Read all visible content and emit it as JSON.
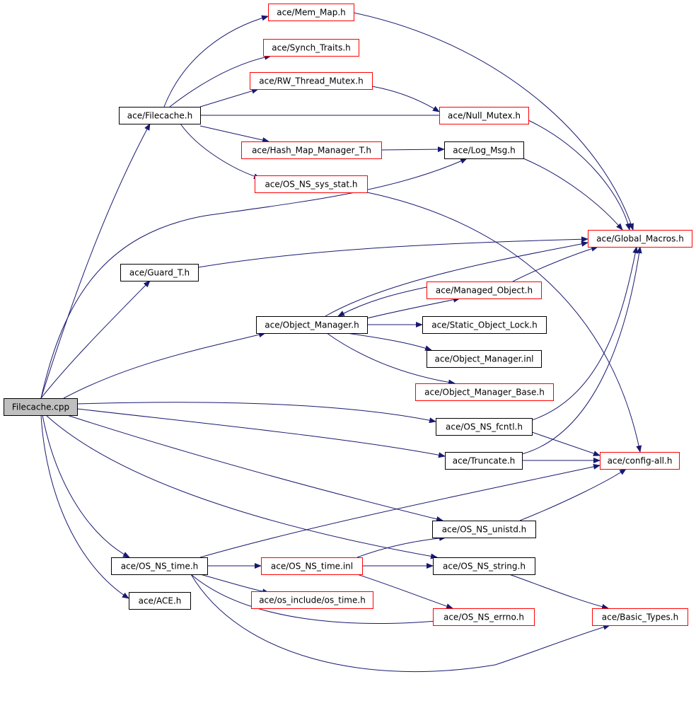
{
  "colors": {
    "edge": "#191970",
    "root_fill": "#bfbfbf",
    "normal_border": "#000000",
    "external_border": "#ff0000",
    "text": "#000000"
  },
  "nodes": [
    {
      "id": "filecache_cpp",
      "label": "Filecache.cpp",
      "style": "root"
    },
    {
      "id": "filecache_h",
      "label": "ace/Filecache.h",
      "style": "normal"
    },
    {
      "id": "mem_map_h",
      "label": "ace/Mem_Map.h",
      "style": "external"
    },
    {
      "id": "synch_traits_h",
      "label": "ace/Synch_Traits.h",
      "style": "external"
    },
    {
      "id": "rw_thread_mutex_h",
      "label": "ace/RW_Thread_Mutex.h",
      "style": "external"
    },
    {
      "id": "null_mutex_h",
      "label": "ace/Null_Mutex.h",
      "style": "external"
    },
    {
      "id": "hash_map_manager_t_h",
      "label": "ace/Hash_Map_Manager_T.h",
      "style": "external"
    },
    {
      "id": "log_msg_h",
      "label": "ace/Log_Msg.h",
      "style": "normal"
    },
    {
      "id": "os_ns_sys_stat_h",
      "label": "ace/OS_NS_sys_stat.h",
      "style": "external"
    },
    {
      "id": "global_macros_h",
      "label": "ace/Global_Macros.h",
      "style": "external"
    },
    {
      "id": "guard_t_h",
      "label": "ace/Guard_T.h",
      "style": "normal"
    },
    {
      "id": "managed_object_h",
      "label": "ace/Managed_Object.h",
      "style": "external"
    },
    {
      "id": "object_manager_h",
      "label": "ace/Object_Manager.h",
      "style": "normal"
    },
    {
      "id": "static_object_lock_h",
      "label": "ace/Static_Object_Lock.h",
      "style": "normal"
    },
    {
      "id": "object_manager_inl",
      "label": "ace/Object_Manager.inl",
      "style": "normal"
    },
    {
      "id": "object_manager_base_h",
      "label": "ace/Object_Manager_Base.h",
      "style": "external"
    },
    {
      "id": "os_ns_fcntl_h",
      "label": "ace/OS_NS_fcntl.h",
      "style": "normal"
    },
    {
      "id": "truncate_h",
      "label": "ace/Truncate.h",
      "style": "normal"
    },
    {
      "id": "config_all_h",
      "label": "ace/config-all.h",
      "style": "external"
    },
    {
      "id": "os_ns_unistd_h",
      "label": "ace/OS_NS_unistd.h",
      "style": "normal"
    },
    {
      "id": "os_ns_time_h",
      "label": "ace/OS_NS_time.h",
      "style": "normal"
    },
    {
      "id": "os_ns_time_inl",
      "label": "ace/OS_NS_time.inl",
      "style": "external"
    },
    {
      "id": "os_ns_string_h",
      "label": "ace/OS_NS_string.h",
      "style": "normal"
    },
    {
      "id": "ace_h",
      "label": "ace/ACE.h",
      "style": "normal"
    },
    {
      "id": "os_include_os_time_h",
      "label": "ace/os_include/os_time.h",
      "style": "external"
    },
    {
      "id": "os_ns_errno_h",
      "label": "ace/OS_NS_errno.h",
      "style": "external"
    },
    {
      "id": "basic_types_h",
      "label": "ace/Basic_Types.h",
      "style": "external"
    }
  ],
  "edges": [
    {
      "from": "filecache_cpp",
      "to": "filecache_h"
    },
    {
      "from": "filecache_cpp",
      "to": "log_msg_h"
    },
    {
      "from": "filecache_cpp",
      "to": "guard_t_h"
    },
    {
      "from": "filecache_cpp",
      "to": "object_manager_h"
    },
    {
      "from": "filecache_cpp",
      "to": "os_ns_fcntl_h"
    },
    {
      "from": "filecache_cpp",
      "to": "truncate_h"
    },
    {
      "from": "filecache_cpp",
      "to": "os_ns_unistd_h"
    },
    {
      "from": "filecache_cpp",
      "to": "os_ns_string_h"
    },
    {
      "from": "filecache_cpp",
      "to": "os_ns_time_h"
    },
    {
      "from": "filecache_cpp",
      "to": "ace_h"
    },
    {
      "from": "filecache_h",
      "to": "mem_map_h"
    },
    {
      "from": "filecache_h",
      "to": "synch_traits_h"
    },
    {
      "from": "filecache_h",
      "to": "rw_thread_mutex_h"
    },
    {
      "from": "filecache_h",
      "to": "null_mutex_h"
    },
    {
      "from": "filecache_h",
      "to": "hash_map_manager_t_h"
    },
    {
      "from": "filecache_h",
      "to": "os_ns_sys_stat_h"
    },
    {
      "from": "mem_map_h",
      "to": "global_macros_h"
    },
    {
      "from": "rw_thread_mutex_h",
      "to": "null_mutex_h"
    },
    {
      "from": "null_mutex_h",
      "to": "global_macros_h"
    },
    {
      "from": "hash_map_manager_t_h",
      "to": "log_msg_h"
    },
    {
      "from": "log_msg_h",
      "to": "global_macros_h"
    },
    {
      "from": "os_ns_sys_stat_h",
      "to": "config_all_h"
    },
    {
      "from": "guard_t_h",
      "to": "global_macros_h"
    },
    {
      "from": "object_manager_h",
      "to": "global_macros_h"
    },
    {
      "from": "object_manager_h",
      "to": "managed_object_h"
    },
    {
      "from": "object_manager_h",
      "to": "static_object_lock_h"
    },
    {
      "from": "object_manager_h",
      "to": "object_manager_inl"
    },
    {
      "from": "object_manager_h",
      "to": "object_manager_base_h"
    },
    {
      "from": "managed_object_h",
      "to": "object_manager_h"
    },
    {
      "from": "managed_object_h",
      "to": "global_macros_h"
    },
    {
      "from": "os_ns_fcntl_h",
      "to": "global_macros_h"
    },
    {
      "from": "os_ns_fcntl_h",
      "to": "config_all_h"
    },
    {
      "from": "truncate_h",
      "to": "global_macros_h"
    },
    {
      "from": "truncate_h",
      "to": "config_all_h"
    },
    {
      "from": "os_ns_unistd_h",
      "to": "config_all_h"
    },
    {
      "from": "os_ns_string_h",
      "to": "basic_types_h"
    },
    {
      "from": "os_ns_time_h",
      "to": "config_all_h"
    },
    {
      "from": "os_ns_time_h",
      "to": "os_ns_time_inl"
    },
    {
      "from": "os_ns_time_h",
      "to": "os_include_os_time_h"
    },
    {
      "from": "os_ns_time_h",
      "to": "os_ns_errno_h"
    },
    {
      "from": "os_ns_time_h",
      "to": "basic_types_h"
    },
    {
      "from": "os_ns_time_inl",
      "to": "os_ns_string_h"
    },
    {
      "from": "os_ns_time_inl",
      "to": "os_ns_unistd_h"
    },
    {
      "from": "os_ns_time_inl",
      "to": "os_ns_errno_h"
    }
  ]
}
